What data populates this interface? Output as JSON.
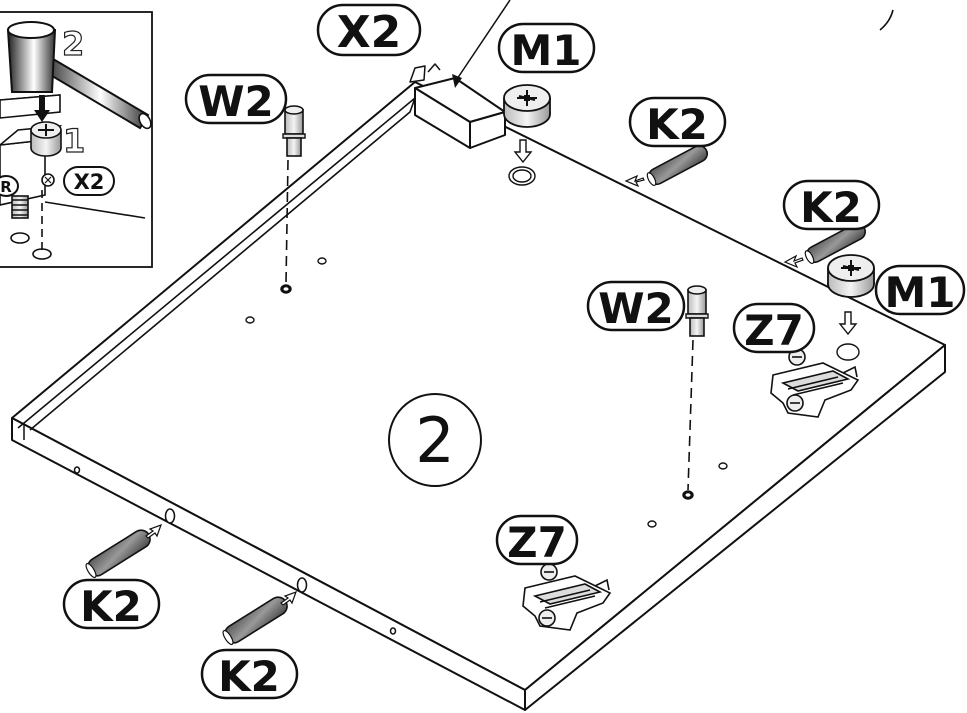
{
  "step": {
    "number": "2"
  },
  "panel_label": "2",
  "parts": {
    "x2": "X2",
    "m1_top": "M1",
    "m1_right": "M1",
    "w2_left": "W2",
    "w2_center": "W2",
    "k2_top": "K2",
    "k2_right": "K2",
    "k2_bottom_left": "K2",
    "k2_bottom_center": "K2",
    "z7_right": "Z7",
    "z7_bottom": "Z7"
  },
  "inset": {
    "step_a": "2",
    "step_b": "1",
    "side_mark": "R",
    "part": "X2"
  },
  "colors": {
    "line": "#111111",
    "background": "#ffffff"
  },
  "icons": [
    "hammer-icon",
    "cam-lock-icon",
    "dowel-icon",
    "wood-pin-icon",
    "hinge-plate-icon",
    "arrow-icon"
  ]
}
